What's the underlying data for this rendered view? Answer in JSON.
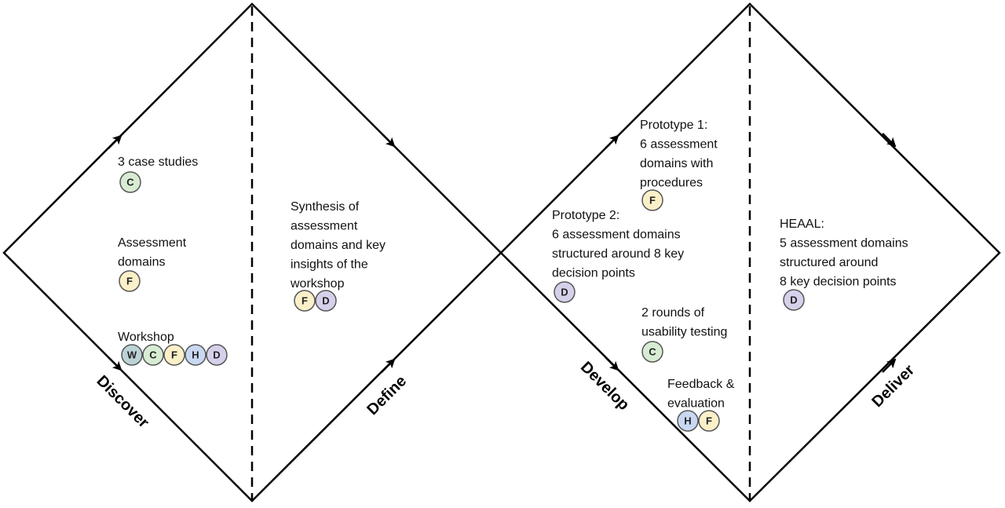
{
  "colors": {
    "line": "#000000",
    "W": "#bcd3d6",
    "C": "#d8ecd3",
    "F": "#fbf0c8",
    "H": "#c9d8f2",
    "D": "#d6d0ea",
    "badge_stroke": "#555555"
  },
  "phases": {
    "discover": "Discover",
    "define": "Define",
    "develop": "Develop",
    "deliver": "Deliver"
  },
  "notes": {
    "case_studies": {
      "lines": [
        "3 case studies"
      ],
      "badges": [
        "C"
      ]
    },
    "assessment_domains": {
      "lines": [
        "Assessment",
        "domains"
      ],
      "badges": [
        "F"
      ]
    },
    "workshop": {
      "lines": [
        "Workshop"
      ],
      "badges": [
        "W",
        "C",
        "F",
        "H",
        "D"
      ]
    },
    "synthesis": {
      "lines": [
        "Synthesis of",
        "assessment",
        "domains and key",
        "insights of the",
        "workshop"
      ],
      "badges": [
        "F",
        "D"
      ]
    },
    "prototype1": {
      "lines": [
        "Prototype 1:",
        "6 assessment",
        "domains with",
        "procedures"
      ],
      "badges": [
        "F"
      ]
    },
    "prototype2": {
      "lines": [
        "Prototype 2:",
        "6 assessment domains",
        "structured around 8 key",
        "decision points"
      ],
      "badges": [
        "D"
      ]
    },
    "usability": {
      "lines": [
        "2 rounds of",
        "usability testing"
      ],
      "badges": [
        "C"
      ]
    },
    "feedback": {
      "lines": [
        "Feedback &",
        "evaluation"
      ],
      "badges": [
        "H",
        "F"
      ]
    },
    "heaal": {
      "lines": [
        "HEAAL:",
        "5 assessment domains",
        "structured around",
        "8 key decision points"
      ],
      "badges": [
        "D"
      ]
    }
  }
}
